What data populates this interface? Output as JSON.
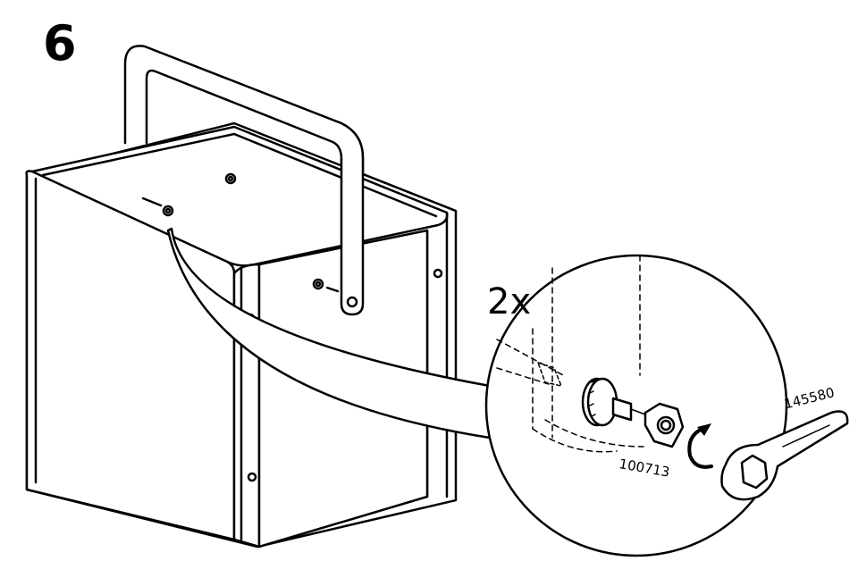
{
  "step": {
    "number": "6"
  },
  "detail": {
    "quantity": "2x"
  },
  "parts": {
    "nut_id": "100713",
    "wrench_id": "145580"
  },
  "colors": {
    "line": "#000000",
    "fill": "#ffffff"
  }
}
